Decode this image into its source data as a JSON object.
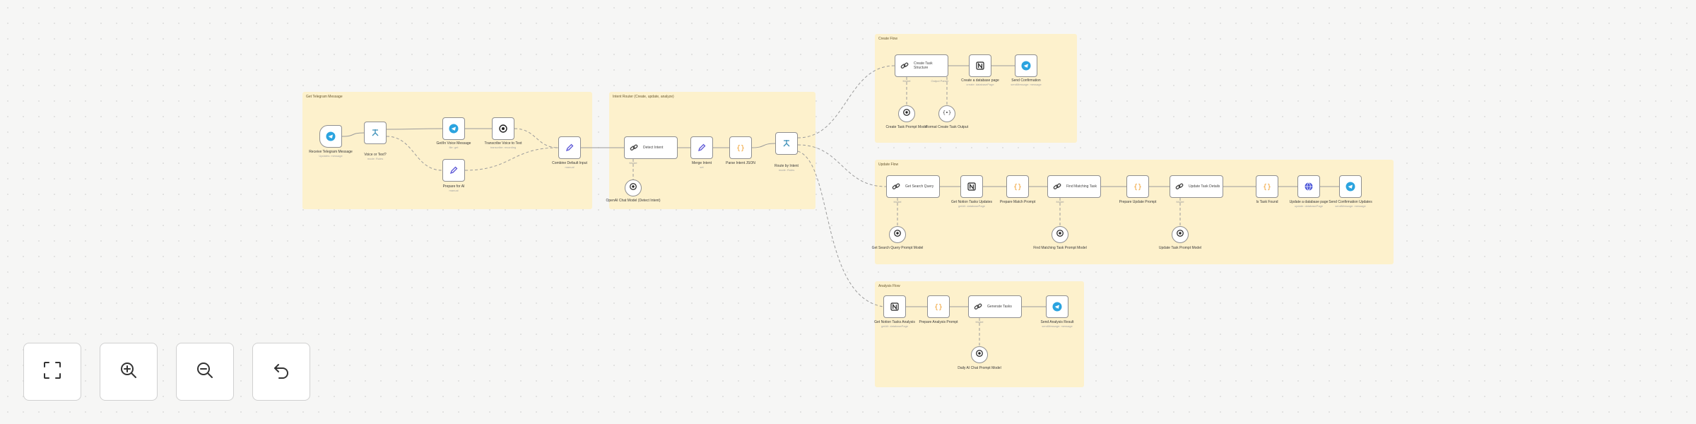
{
  "canvas": {
    "groups": [
      {
        "id": "g1",
        "title": "Get Telegram Message"
      },
      {
        "id": "g2",
        "title": "Intent Router (Create, update, analyze)"
      },
      {
        "id": "g3",
        "title": "Create Flow"
      },
      {
        "id": "g4",
        "title": "Update Flow"
      },
      {
        "id": "g5",
        "title": "Analysis Flow"
      }
    ],
    "nodes": [
      {
        "id": "n1",
        "icon": "telegram-icon",
        "title": "Receive Telegram Message",
        "subtitle": "Updates: message"
      },
      {
        "id": "n2",
        "icon": "switch-icon",
        "title": "Voice or Text?",
        "subtitle": "mode: Rules"
      },
      {
        "id": "n3",
        "icon": "telegram-icon",
        "title": "Get/In Voice Message",
        "subtitle": "file: get"
      },
      {
        "id": "n4",
        "icon": "openai-icon",
        "title": "Transcribe Voice to Text",
        "subtitle": "transcribe: recording"
      },
      {
        "id": "n5",
        "icon": "edit-icon",
        "title": "Prepare for AI",
        "subtitle": "manual"
      },
      {
        "id": "n6",
        "icon": "edit-icon",
        "title": "Combine Default Input",
        "subtitle": "manual"
      },
      {
        "id": "n7",
        "icon": "link-icon",
        "title": "Detect Intent",
        "subtitle": ""
      },
      {
        "id": "n8",
        "icon": "openai-icon",
        "title": "OpenAI Chat Model (Detect Intent)",
        "subtitle": ""
      },
      {
        "id": "n9",
        "icon": "edit-icon",
        "title": "Merge Intent",
        "subtitle": "set"
      },
      {
        "id": "n10",
        "icon": "code-icon",
        "title": "Parse Intent JSON",
        "subtitle": ""
      },
      {
        "id": "n11",
        "icon": "switch-icon",
        "title": "Route by Intent",
        "subtitle": "mode: Rules"
      },
      {
        "id": "n12",
        "icon": "link-icon",
        "title": "Create Task Structure",
        "subtitle": ""
      },
      {
        "id": "n13",
        "icon": "openai-icon",
        "title": "Create Task Prompt Model",
        "subtitle": ""
      },
      {
        "id": "n14",
        "icon": "brackets-icon",
        "title": "Format Create Task Output",
        "subtitle": ""
      },
      {
        "id": "n15",
        "icon": "notion-icon",
        "title": "Create a database page",
        "subtitle": "create: databasePage"
      },
      {
        "id": "n16",
        "icon": "telegram-icon",
        "title": "Send Confirmation",
        "subtitle": "sendMessage: message"
      },
      {
        "id": "n17",
        "icon": "link-icon",
        "title": "Get Search Query",
        "subtitle": ""
      },
      {
        "id": "n18",
        "icon": "openai-icon",
        "title": "Get Search Query Prompt Model",
        "subtitle": ""
      },
      {
        "id": "n19",
        "icon": "notion-icon",
        "title": "Get Notion Tasks Updates",
        "subtitle": "getAll: databasePage"
      },
      {
        "id": "n20",
        "icon": "code-icon",
        "title": "Prepare Match Prompt",
        "subtitle": ""
      },
      {
        "id": "n21",
        "icon": "link-icon",
        "title": "Find Matching Task",
        "subtitle": ""
      },
      {
        "id": "n22",
        "icon": "openai-icon",
        "title": "Find Matching Task Prompt Model",
        "subtitle": ""
      },
      {
        "id": "n23",
        "icon": "code-icon",
        "title": "Prepare Update Prompt",
        "subtitle": ""
      },
      {
        "id": "n24",
        "icon": "link-icon",
        "title": "Update Task Details",
        "subtitle": ""
      },
      {
        "id": "n25",
        "icon": "openai-icon",
        "title": "Update Task Prompt Model",
        "subtitle": ""
      },
      {
        "id": "n26",
        "icon": "code-icon",
        "title": "Is Task Found",
        "subtitle": ""
      },
      {
        "id": "n27",
        "icon": "globe-icon",
        "title": "Update a database page",
        "subtitle": "update: databasePage"
      },
      {
        "id": "n28",
        "icon": "telegram-icon",
        "title": "Send Confirmation Updates",
        "subtitle": "sendMessage: message"
      },
      {
        "id": "n29",
        "icon": "notion-icon",
        "title": "Get Notion Tasks Analysis",
        "subtitle": "getAll: databasePage"
      },
      {
        "id": "n30",
        "icon": "code-icon",
        "title": "Prepare Analysis Prompt",
        "subtitle": ""
      },
      {
        "id": "n31",
        "icon": "link-icon",
        "title": "Generate Tasks",
        "subtitle": ""
      },
      {
        "id": "n32",
        "icon": "openai-icon",
        "title": "Daily AI Chat Prompt Model",
        "subtitle": ""
      },
      {
        "id": "n33",
        "icon": "telegram-icon",
        "title": "Send Analysis Result",
        "subtitle": "sendMessage: message"
      }
    ],
    "connector_labels": {
      "c8": "Model",
      "c13": "Model",
      "c14": "Output Parser",
      "c18": "Model",
      "c22": "Model",
      "c25": "Model",
      "c32": "Model"
    }
  },
  "controls": [
    {
      "id": "fit",
      "icon": "fit-view-icon"
    },
    {
      "id": "zoomin",
      "icon": "zoom-in-icon"
    },
    {
      "id": "zoomout",
      "icon": "zoom-out-icon"
    },
    {
      "id": "reset",
      "icon": "reset-zoom-icon"
    }
  ],
  "colors": {
    "sticky": "#fdf1cc",
    "edge": "#9b9b9b",
    "telegram": "#2aa3df",
    "code": "#f0a030",
    "globe": "#4a55d8",
    "edit": "#5b56d6"
  }
}
